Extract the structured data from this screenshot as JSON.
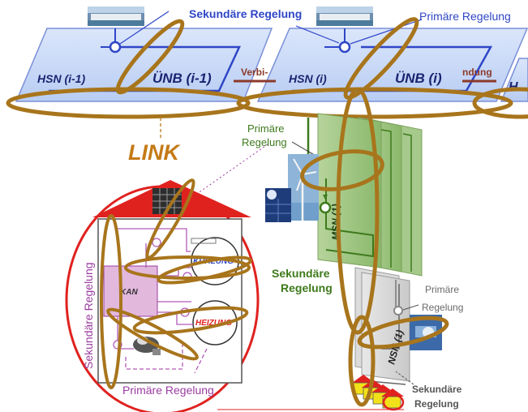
{
  "top": {
    "label_sek_top": "Sekundäre Regelung",
    "label_prim_top": "Primäre Regelung",
    "plate1_left": "HSN (i-1)",
    "plate1_right": "ÜNB (i-1)",
    "plate2_left": "HSN (i)",
    "plate2_right": "ÜNB (i)",
    "plate3_left": "H",
    "verbi": "Verbi-",
    "ndung": "ndung"
  },
  "link": {
    "label": "LINK"
  },
  "msn": {
    "label": "MSN (1)",
    "prim_line1": "Primäre",
    "prim_line2": "Regelung",
    "sek_line1": "Sekundäre",
    "sek_line2": "Regelung"
  },
  "nsn": {
    "label": "NSN (1)",
    "prim_line1": "Primäre",
    "prim_line2": "Regelung",
    "sek_line1": "Sekundäre",
    "sek_line2": "Regelung"
  },
  "house": {
    "kuehlung": "KÜHLUNG",
    "heizung": "HEIZUNG",
    "kan": "KAN",
    "sek_vertical": "Sekundäre Regelung",
    "prim_bottom": "Primäre Regelung"
  },
  "colors": {
    "ring": "#a8751c",
    "plate": "#2f46c7",
    "msn": "#3e7a1c",
    "msn_fill": "#9cc27a",
    "house_ring": "#e0221f",
    "roof": "#e0221f",
    "kan_fill": "#e2b8dd",
    "purple": "#9a3ca0"
  }
}
